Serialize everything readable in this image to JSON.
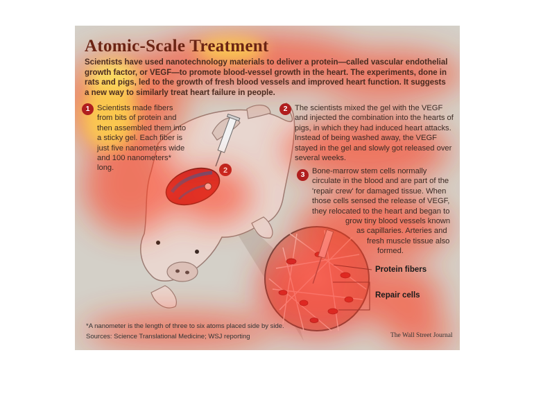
{
  "title": "Atomic-Scale Treatment",
  "intro": "Scientists have used nanotechnology materials to deliver a protein—called vascular endothelial growth factor, or VEGF—to promote blood-vessel growth in the heart. The experiments, done in rats and pigs, led to the growth of fresh blood vessels and improved heart function. It suggests a new way to similarly treat heart failure in people.",
  "steps": [
    {
      "num": "1",
      "text": "Scientists made fibers from bits of protein and then assembled them into a sticky gel. Each fiber is just five nanometers wide and 100 nanometers* long."
    },
    {
      "num": "2",
      "text": "The scientists mixed the gel with the VEGF and injected the combination into the hearts of pigs, in which they had induced heart attacks. Instead of being washed away, the VEGF stayed in the gel and slowly got released over several weeks."
    },
    {
      "num": "3",
      "lines": [
        "Bone-marrow stem cells normally",
        "circulate in the blood and are part of the",
        "'repair crew' for damaged tissue. When",
        "those cells sensed the release of VEGF,",
        "they relocated to the heart and began to",
        "grow tiny blood vessels known",
        "as capillaries. Arteries and",
        "fresh muscle tissue also",
        "formed."
      ]
    }
  ],
  "diagram_marker": "2",
  "callouts": {
    "fibers": "Protein fibers",
    "repair": "Repair cells"
  },
  "footnote": "*A nanometer is the length of three to six atoms placed side by side.",
  "sources": "Sources: Science Translational Medicine;  WSJ reporting",
  "credit": "The Wall Street Journal",
  "colors": {
    "panel": "#d4d0c8",
    "title": "#6b2414",
    "badge": "#b01e1e",
    "heart": "#c0262b",
    "heat_hot": "#ffff66",
    "heat_warm": "#ff3a1e"
  }
}
